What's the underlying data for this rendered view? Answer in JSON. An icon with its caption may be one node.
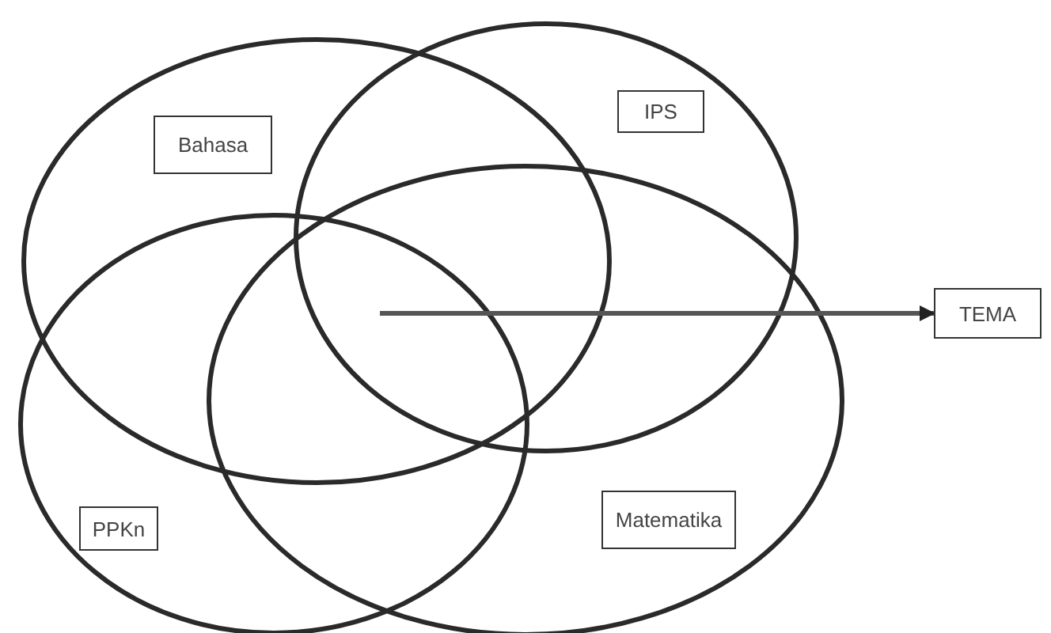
{
  "diagram": {
    "nodes": [
      {
        "text": [
          "Bahasa"
        ]
      },
      {
        "text": [
          "IPS"
        ]
      },
      {
        "text": [
          "PPKn"
        ]
      },
      {
        "text": [
          "Matematika"
        ]
      },
      {
        "text": [
          "TEMA"
        ]
      }
    ],
    "edges": [
      {
        "from": null,
        "to": 4,
        "arrow": "to"
      }
    ]
  }
}
